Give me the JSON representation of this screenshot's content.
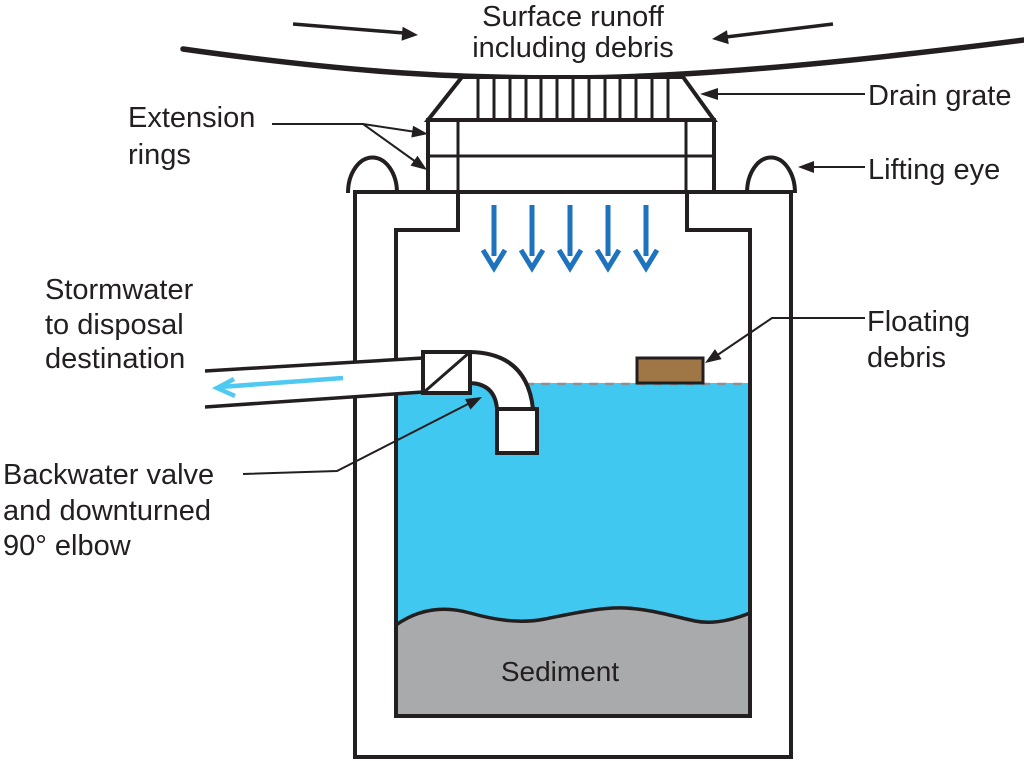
{
  "diagram": {
    "name": "Stormwater sump cross-section",
    "labels": {
      "surface_runoff": [
        "Surface runoff",
        "including debris"
      ],
      "drain_grate": "Drain grate",
      "extension_rings": [
        "Extension",
        "rings"
      ],
      "lifting_eye": "Lifting eye",
      "stormwater_outlet": [
        "Stormwater",
        "to disposal",
        "destination"
      ],
      "floating_debris": [
        "Floating",
        "debris"
      ],
      "backwater_valve": [
        "Backwater valve",
        "and downturned",
        "90° elbow"
      ],
      "sediment": "Sediment"
    },
    "colors": {
      "water": "#41c8f0",
      "wall": "#d3d4d6",
      "sediment": "#a8aaac",
      "debris": "#9f7747",
      "inflow_arrow": "#1e73be",
      "outflow_arrow": "#4ec9f2",
      "line": "#231f20",
      "water_surface_dash": "#8a9296"
    }
  }
}
